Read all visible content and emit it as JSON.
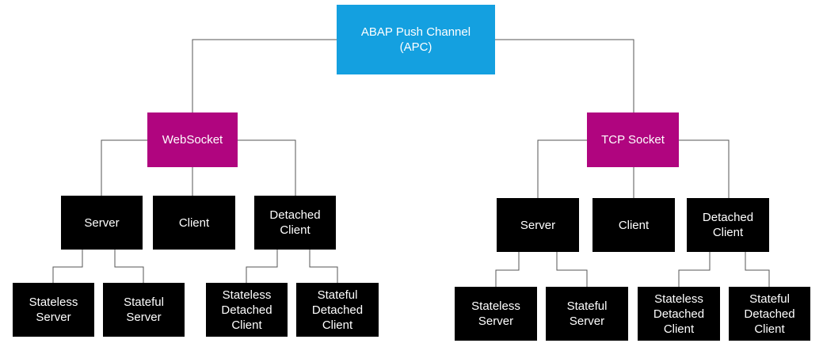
{
  "diagram": {
    "type": "hierarchy",
    "root": {
      "label": "ABAP Push Channel\n(APC)"
    },
    "websocket": {
      "label": "WebSocket",
      "server": {
        "label": "Server"
      },
      "client": {
        "label": "Client"
      },
      "detached_client": {
        "label": "Detached\nClient"
      },
      "stateless_server": {
        "label": "Stateless\nServer"
      },
      "stateful_server": {
        "label": "Stateful\nServer"
      },
      "stateless_detached_client": {
        "label": "Stateless\nDetached\nClient"
      },
      "stateful_detached_client": {
        "label": "Stateful\nDetached\nClient"
      }
    },
    "tcp_socket": {
      "label": "TCP Socket",
      "server": {
        "label": "Server"
      },
      "client": {
        "label": "Client"
      },
      "detached_client": {
        "label": "Detached\nClient"
      },
      "stateless_server": {
        "label": "Stateless\nServer"
      },
      "stateful_server": {
        "label": "Stateful\nServer"
      },
      "stateless_detached_client": {
        "label": "Stateless\nDetached\nClient"
      },
      "stateful_detached_client": {
        "label": "Stateful\nDetached\nClient"
      }
    },
    "colors": {
      "root": "#14a0e0",
      "socket": "#b0057f",
      "leaf": "#000000",
      "text": "#ffffff",
      "connector": "#555555"
    }
  }
}
